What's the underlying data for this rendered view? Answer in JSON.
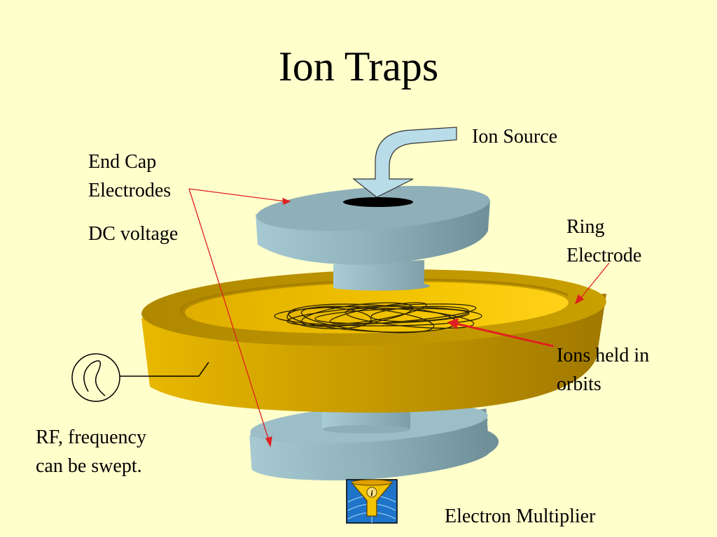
{
  "slide": {
    "title": "Ion Traps",
    "labels": {
      "ion_source": "Ion Source",
      "end_cap_line1": "End Cap",
      "end_cap_line2": "Electrodes",
      "dc_voltage": "DC voltage",
      "ring_line1": "Ring",
      "ring_line2": "Electrode",
      "ions_line1": "Ions held in",
      "ions_line2": "orbits",
      "rf_line1": "RF, frequency",
      "rf_line2": "can be swept.",
      "electron_multiplier": "Electron Multiplier"
    },
    "colors": {
      "background": "#FFFFCC",
      "electrode": "#8FB3BC",
      "ring": "#D4A800",
      "arrow": "#B8DCE8",
      "pointer": "#E02020"
    },
    "icons": [
      "inlet-arrow-icon",
      "sine-source-icon",
      "detector-funnel-icon"
    ]
  }
}
